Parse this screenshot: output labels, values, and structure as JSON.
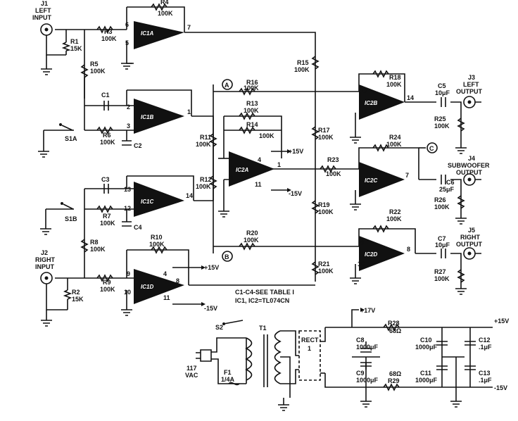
{
  "jacks": {
    "j1": [
      "J1",
      "LEFT",
      "INPUT"
    ],
    "j2": [
      "J2",
      "RIGHT",
      "INPUT"
    ],
    "j3": [
      "J3",
      "LEFT",
      "OUTPUT"
    ],
    "j4": [
      "J4",
      "SUBWOOFER",
      "OUTPUT"
    ],
    "j5": [
      "J5",
      "RIGHT",
      "OUTPUT"
    ]
  },
  "amps": [
    "IC1A",
    "IC1B",
    "IC1C",
    "IC1D",
    "IC2A",
    "IC2B",
    "IC2C",
    "IC2D"
  ],
  "resistors": {
    "r1": [
      "R1",
      "15K"
    ],
    "r2": [
      "R2",
      "15K"
    ],
    "r3": [
      "R3",
      "100K"
    ],
    "r4": [
      "R4",
      "100K"
    ],
    "r5": [
      "R5",
      "100K"
    ],
    "r6": [
      "R6",
      "100K"
    ],
    "r7": [
      "R7",
      "100K"
    ],
    "r8": [
      "R8",
      "100K"
    ],
    "r9": [
      "R9",
      "100K"
    ],
    "r10": [
      "R10",
      "100K"
    ],
    "r11": [
      "R11",
      "100K"
    ],
    "r12": [
      "R12",
      "100K"
    ],
    "r13": [
      "R13",
      "100K"
    ],
    "r14": [
      "R14",
      "100K"
    ],
    "r15": [
      "R15",
      "100K"
    ],
    "r16": [
      "R16",
      "100K"
    ],
    "r17": [
      "R17",
      "100K"
    ],
    "r18": [
      "R18",
      "100K"
    ],
    "r19": [
      "R19",
      "100K"
    ],
    "r20": [
      "R20",
      "100K"
    ],
    "r21": [
      "R21",
      "100K"
    ],
    "r22": [
      "R22",
      "100K"
    ],
    "r23": [
      "R23",
      "100K"
    ],
    "r24": [
      "R24",
      "100K"
    ],
    "r25": [
      "R25",
      "100K"
    ],
    "r26": [
      "R26",
      "100K"
    ],
    "r27": [
      "R27",
      "100K"
    ],
    "r28": [
      "R28",
      "68Ω"
    ],
    "r29": [
      "R29",
      "68Ω"
    ]
  },
  "capacitors": {
    "c1": "C1",
    "c2": "C2",
    "c3": "C3",
    "c4": "C4",
    "c5": [
      "C5",
      "10μF"
    ],
    "c6": [
      "C6",
      "25μF"
    ],
    "c7": [
      "C7",
      "10μF"
    ],
    "c8": [
      "C8",
      "1000μF"
    ],
    "c9": [
      "C9",
      "1000μF"
    ],
    "c10": [
      "C10",
      "1000μF"
    ],
    "c11": [
      "C11",
      "1000μF"
    ],
    "c12": [
      "C12",
      ".1μF"
    ],
    "c13": [
      "C13",
      ".1μF"
    ]
  },
  "switches": {
    "s1a": "S1A",
    "s1b": "S1B",
    "s2": "S2"
  },
  "nodes": {
    "a": "A",
    "b": "B",
    "c": "C"
  },
  "pins": [
    "6",
    "5",
    "7",
    "2",
    "3",
    "1",
    "13",
    "12",
    "14",
    "9",
    "10",
    "8",
    "4",
    "11"
  ],
  "rails": {
    "p15": "+15V",
    "m15": "-15V",
    "p17": "+17V"
  },
  "notes": {
    "line1": "C1-C4-SEE TABLE I",
    "line2": "IC1, IC2=TL074CN"
  },
  "power": {
    "t1": "T1",
    "rect": [
      "RECT",
      "1"
    ],
    "f1": [
      "F1",
      "1/4A"
    ],
    "vac": [
      "117",
      "VAC"
    ]
  }
}
